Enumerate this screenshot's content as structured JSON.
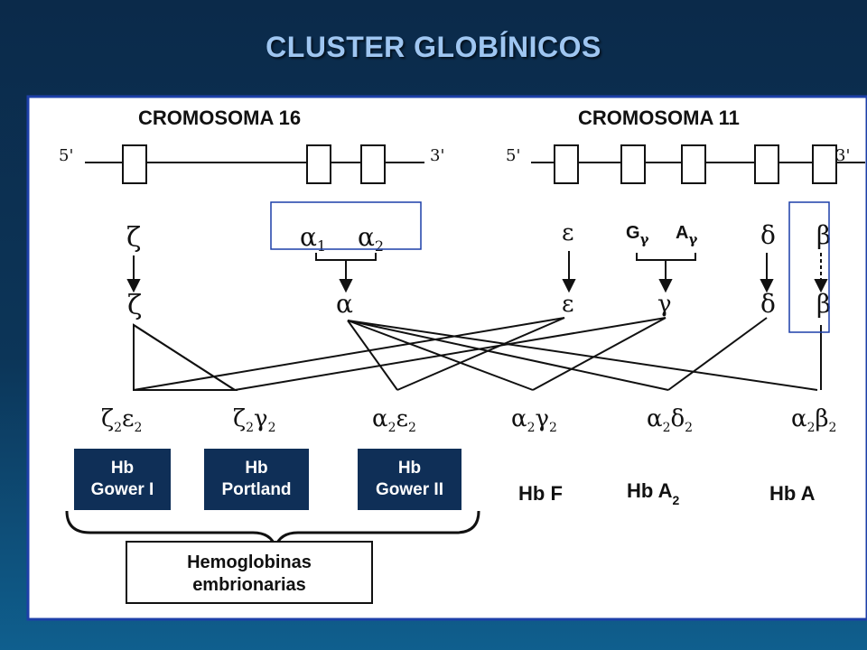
{
  "title": "CLUSTER GLOBÍNICOS",
  "colors": {
    "title": "#9fc6f1",
    "panel_border": "#1c3fa8",
    "hb_box": "#0f2f57",
    "highlight": "#1c3fa8"
  },
  "chromosome16": {
    "label": "CROMOSOMA 16",
    "end5": "5'",
    "end3": "3'",
    "genes": [
      "ζ",
      "α1",
      "α2"
    ],
    "chains": [
      "ζ",
      "α"
    ]
  },
  "chromosome11": {
    "label": "CROMOSOMA 11",
    "end5": "5'",
    "end3": "3'",
    "genes": [
      "ε",
      "Gγ",
      "Aγ",
      "δ",
      "β"
    ],
    "chains": [
      "ε",
      "γ",
      "δ",
      "β"
    ]
  },
  "tetramers": [
    "ζ2ε2",
    "ζ2γ2",
    "α2ε2",
    "α2γ2",
    "α2δ2",
    "α2β2"
  ],
  "hemoglobins": {
    "gower1": {
      "line1": "Hb",
      "line2": "Gower I"
    },
    "portland": {
      "line1": "Hb",
      "line2": "Portland"
    },
    "gower2": {
      "line1": "Hb",
      "line2": "Gower II"
    },
    "hbf": "Hb F",
    "hba2": "Hb A2",
    "hba": "Hb A"
  },
  "embryonic_label": {
    "line1": "Hemoglobinas",
    "line2": "embrionarias"
  }
}
